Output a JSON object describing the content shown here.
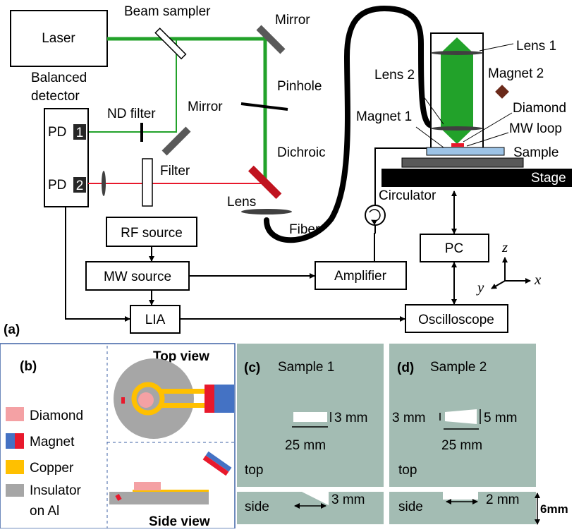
{
  "setup": {
    "laser": "Laser",
    "beam_sampler": "Beam sampler",
    "mirror_top": "Mirror",
    "balanced_detector_line1": "Balanced",
    "balanced_detector_line2": "detector",
    "pinhole": "Pinhole",
    "nd_filter": "ND filter",
    "mirror_mid": "Mirror",
    "pd1": "PD",
    "pd1_num": "1",
    "pd2": "PD",
    "pd2_num": "2",
    "filter": "Filter",
    "dichroic": "Dichroic",
    "lens": "Lens",
    "fiber": "Fiber",
    "rf_source": "RF source",
    "mw_source": "MW source",
    "lia": "LIA",
    "amplifier": "Amplifier",
    "circulator": "Circulator",
    "pc": "PC",
    "oscilloscope": "Oscilloscope",
    "lens1": "Lens 1",
    "lens2": "Lens 2",
    "magnet2": "Magnet 2",
    "magnet1": "Magnet 1",
    "diamond": "Diamond",
    "mw_loop": "MW loop",
    "sample": "Sample",
    "stage": "Stage",
    "axis_z": "z",
    "axis_y": "y",
    "axis_x": "x",
    "panel_label": "(a)"
  },
  "panel_b": {
    "label": "(b)",
    "top_view": "Top view",
    "side_view": "Side view",
    "legend": [
      {
        "text": "Diamond",
        "color": "#f4a1a4"
      },
      {
        "text": "Magnet",
        "color": "#4472c4",
        "color2": "#e8192c"
      },
      {
        "text": "Copper",
        "color": "#ffc000"
      },
      {
        "text": "Insulator",
        "color": "#a6a6a6"
      }
    ],
    "legend_extra": "on Al"
  },
  "panel_c": {
    "label": "(c)",
    "title": "Sample 1",
    "dim_height": "3 mm",
    "dim_length": "25 mm",
    "top_label": "top",
    "side_label": "side",
    "side_dim": "3 mm"
  },
  "panel_d": {
    "label": "(d)",
    "title": "Sample 2",
    "dim_left": "3 mm",
    "dim_right": "5 mm",
    "dim_length": "25 mm",
    "top_label": "top",
    "side_label": "side",
    "side_dim": "2 mm",
    "thickness": "6mm"
  },
  "colors": {
    "green_beam": "#22a22a",
    "red_beam": "#e8192c",
    "panel_bg": "#a3bcb3",
    "fiber": "#000000"
  }
}
